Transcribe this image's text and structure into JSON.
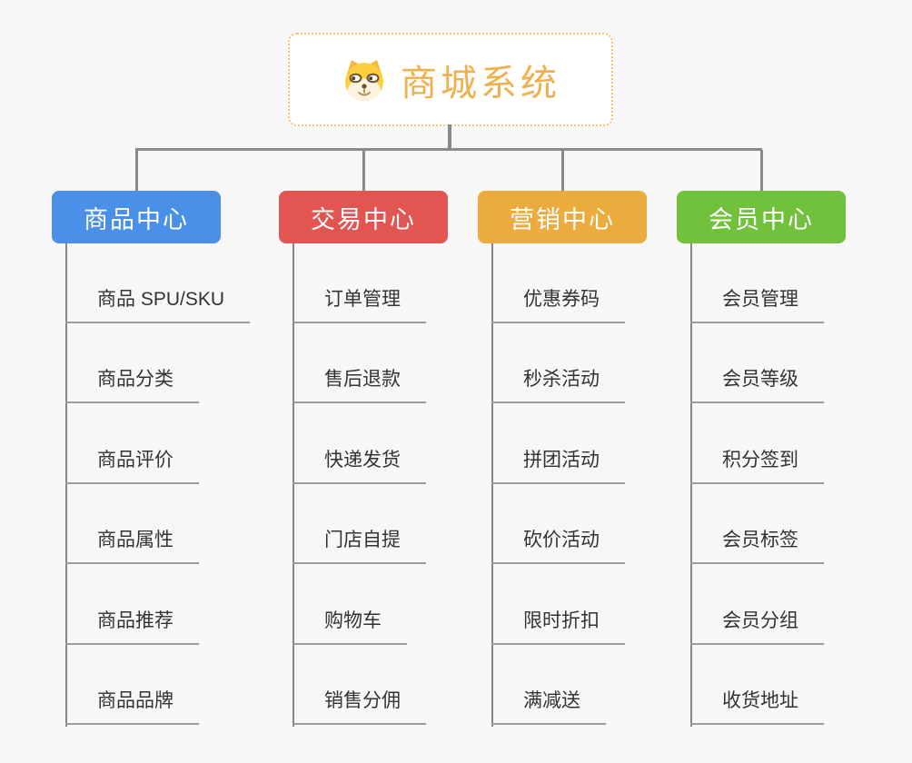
{
  "page": {
    "background": "#f7f7f7",
    "connector_color": "#8a8a8a"
  },
  "root": {
    "title": "商城系统",
    "icon": "shiba-dog-icon",
    "title_color": "#f0b04e",
    "border_color": "#f7c46c"
  },
  "branches": [
    {
      "id": "product-center",
      "label": "商品中心",
      "color": "#4a90e8",
      "items": [
        "商品 SPU/SKU",
        "商品分类",
        "商品评价",
        "商品属性",
        "商品推荐",
        "商品品牌"
      ]
    },
    {
      "id": "trade-center",
      "label": "交易中心",
      "color": "#e25551",
      "items": [
        "订单管理",
        "售后退款",
        "快递发货",
        "门店自提",
        "购物车",
        "销售分佣"
      ]
    },
    {
      "id": "marketing-center",
      "label": "营销中心",
      "color": "#ebab3d",
      "items": [
        "优惠券码",
        "秒杀活动",
        "拼团活动",
        "砍价活动",
        "限时折扣",
        "满减送"
      ]
    },
    {
      "id": "member-center",
      "label": "会员中心",
      "color": "#71c13d",
      "items": [
        "会员管理",
        "会员等级",
        "积分签到",
        "会员标签",
        "会员分组",
        "收货地址"
      ]
    }
  ]
}
